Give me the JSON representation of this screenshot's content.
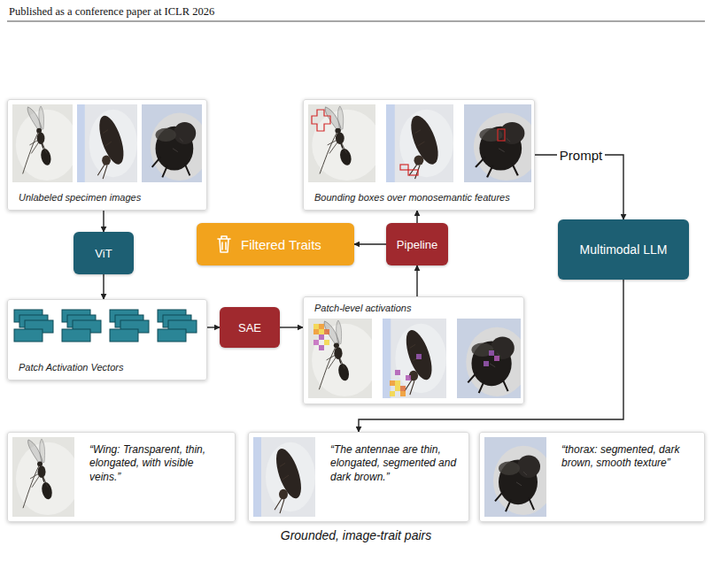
{
  "diagram": {
    "caption": "Grounded, image-trait pairs",
    "nodes": [
      {
        "text": [
          "Unlabeled specimen images"
        ]
      },
      {
        "text": [
          "Bounding boxes over monosemantic features"
        ]
      },
      {
        "text": [
          "ViT"
        ]
      },
      {
        "text": [
          "Filtered Traits"
        ]
      },
      {
        "text": [
          "Pipeline"
        ]
      },
      {
        "text": [
          "Multimodal LLM"
        ]
      },
      {
        "text": [
          "Patch Activation Vectors"
        ]
      },
      {
        "text": [
          "SAE"
        ]
      },
      {
        "text": [
          "Patch-level activations"
        ]
      },
      {
        "text": [
          "“Wing: Transparent, thin, elongated, with visible veins.”"
        ]
      },
      {
        "text": [
          "“The antennae are thin, elongated, segmented and dark brown.”"
        ]
      },
      {
        "text": [
          "“thorax: segmented, dark brown, smooth texture”"
        ]
      }
    ],
    "edges": [
      {
        "from": 0,
        "to": 2,
        "arrow": "to"
      },
      {
        "from": 2,
        "to": 6,
        "arrow": "to"
      },
      {
        "from": 6,
        "to": 7,
        "arrow": "to"
      },
      {
        "from": 7,
        "to": 8,
        "arrow": "to"
      },
      {
        "from": 8,
        "to": 4,
        "arrow": "to"
      },
      {
        "from": 4,
        "to": 3,
        "arrow": "to"
      },
      {
        "from": 4,
        "to": 1,
        "arrow": "to"
      },
      {
        "from": 1,
        "to": 5,
        "label": "Prompt",
        "arrow": "to"
      },
      {
        "from": 5,
        "to": 10,
        "arrow": "to"
      }
    ],
    "labels": [
      "Published as a conference paper at ICLR 2026"
    ]
  }
}
